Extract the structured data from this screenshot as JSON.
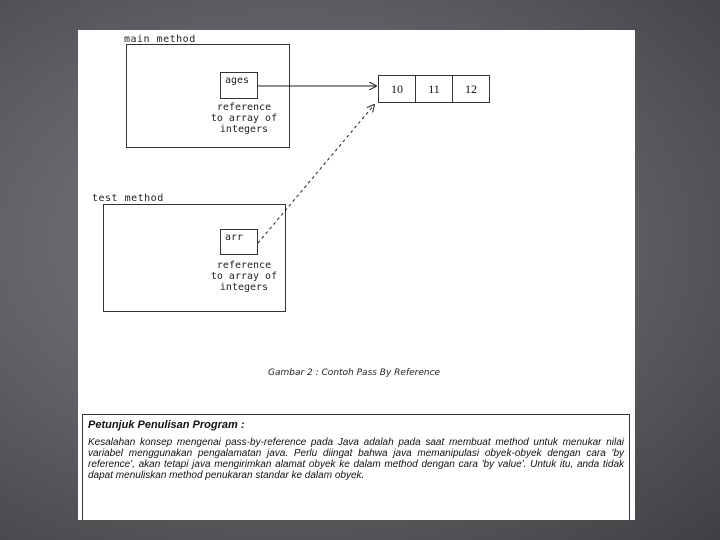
{
  "main_method": {
    "label": "main method",
    "var_name": "ages",
    "ref_lines": [
      "reference",
      "to array of",
      "integers"
    ]
  },
  "test_method": {
    "label": "test method",
    "var_name": "arr",
    "ref_lines": [
      "reference",
      "to array of",
      "integers"
    ]
  },
  "array": {
    "values": [
      "10",
      "11",
      "12"
    ]
  },
  "caption": "Gambar 2 : Contoh Pass By Reference",
  "note": {
    "title": "Petunjuk Penulisan Program :",
    "body": "Kesalahan konsep mengenai pass-by-reference pada Java adalah pada saat membuat method untuk menukar nilai variabel menggunakan pengalamatan java. Perlu diingat bahwa java memanipulasi obyek-obyek dengan cara 'by reference', akan tetapi java mengirimkan alamat obyek ke dalam method dengan cara 'by value'. Untuk itu, anda tidak dapat menuliskan method penukaran standar ke dalam obyek."
  }
}
